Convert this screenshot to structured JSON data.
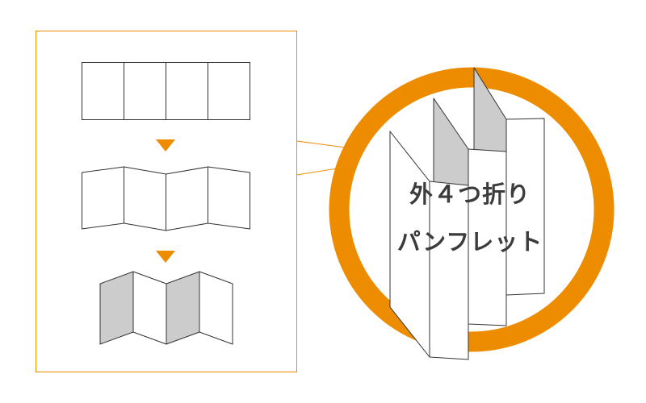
{
  "colors": {
    "accent": "#ee8c00",
    "panel_fill": "#cccccc",
    "outline": "#333333",
    "text": "#3c3c3c",
    "background": "#ffffff"
  },
  "steps": [
    {
      "name": "flat-sheet",
      "panels": 4
    },
    {
      "name": "zigzag-fold",
      "panels": 4
    },
    {
      "name": "folded-3d",
      "panels": 4,
      "shaded_panels": [
        1,
        3
      ]
    }
  ],
  "label": {
    "line1": "外４つ折り",
    "line2": "パンフレット"
  }
}
